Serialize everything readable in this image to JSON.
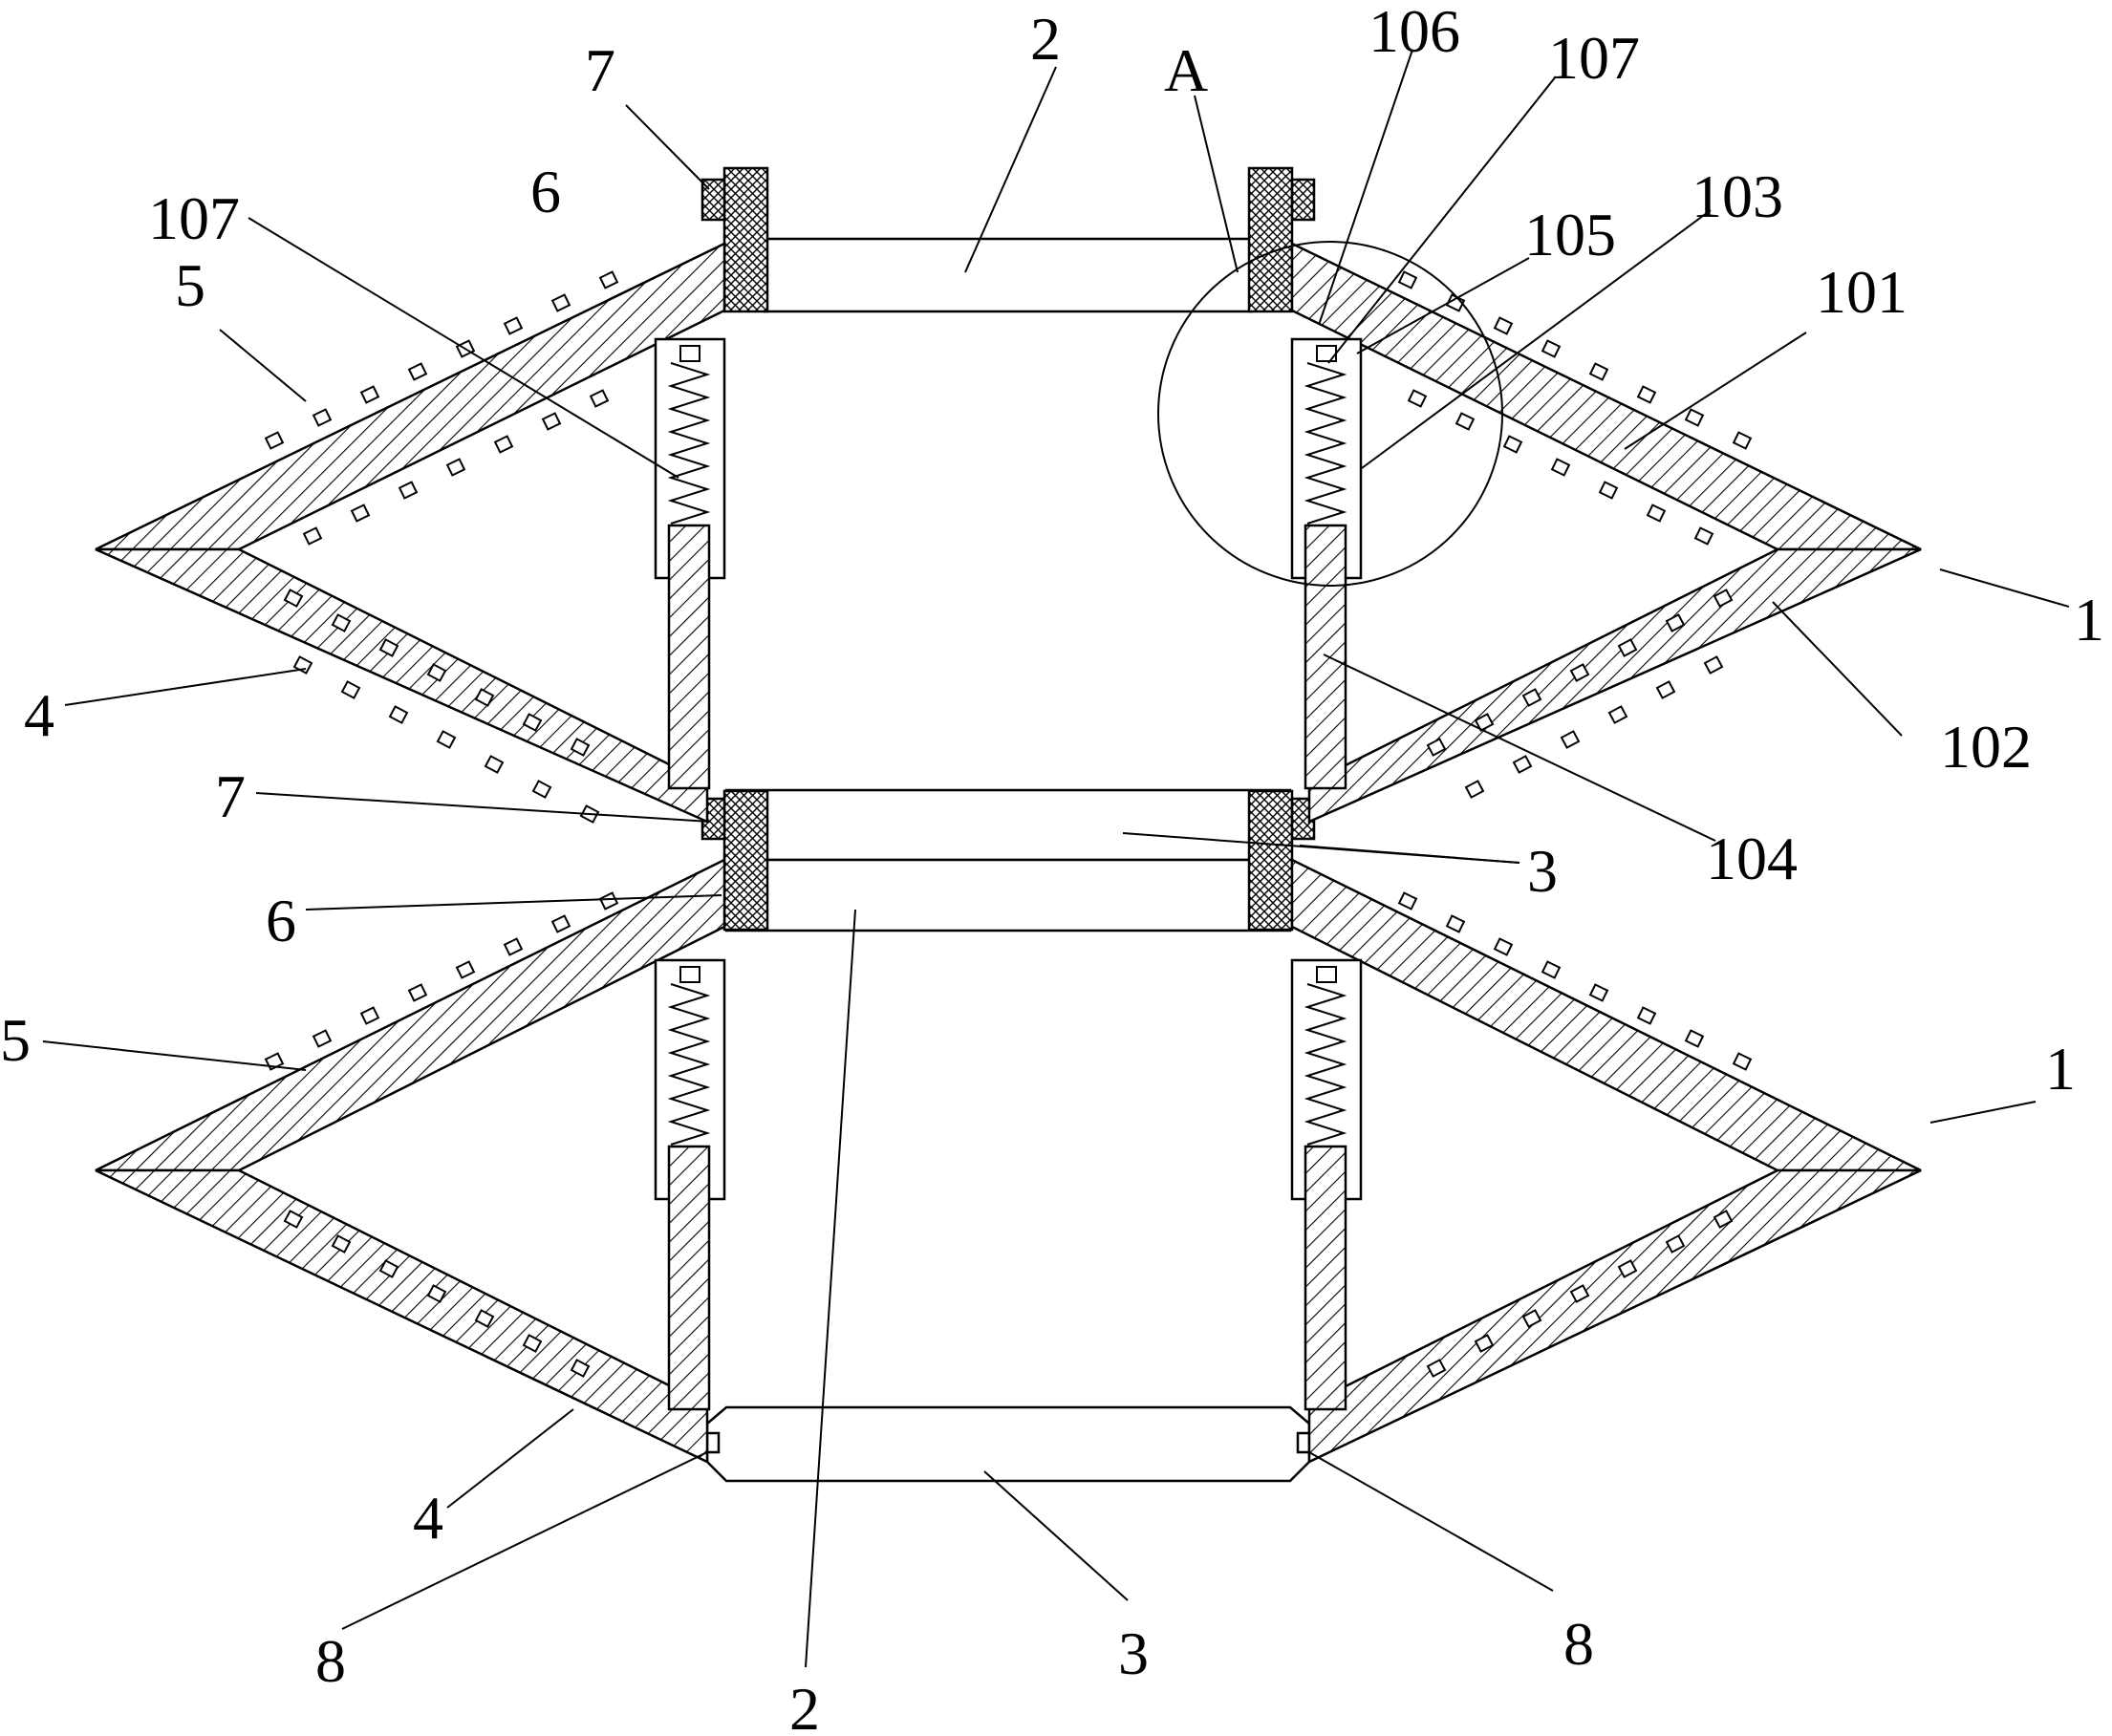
{
  "figure": {
    "labels": {
      "l7_top": "7",
      "l2_top": "2",
      "lA": "A",
      "l106": "106",
      "l107_right": "107",
      "l107_left": "107",
      "l6_top": "6",
      "l103": "103",
      "l105": "105",
      "l101": "101",
      "l5_top": "5",
      "l1_top": "1",
      "l102": "102",
      "l4_top": "4",
      "l104": "104",
      "l7_mid": "7",
      "l3_mid": "3",
      "l6_mid": "6",
      "l5_bot": "5",
      "l1_bot": "1",
      "l4_bot": "4",
      "l8_left": "8",
      "l3_bot": "3",
      "l8_right": "8",
      "l2_bot": "2"
    },
    "colors": {
      "stroke": "#000000",
      "background": "#ffffff"
    }
  }
}
